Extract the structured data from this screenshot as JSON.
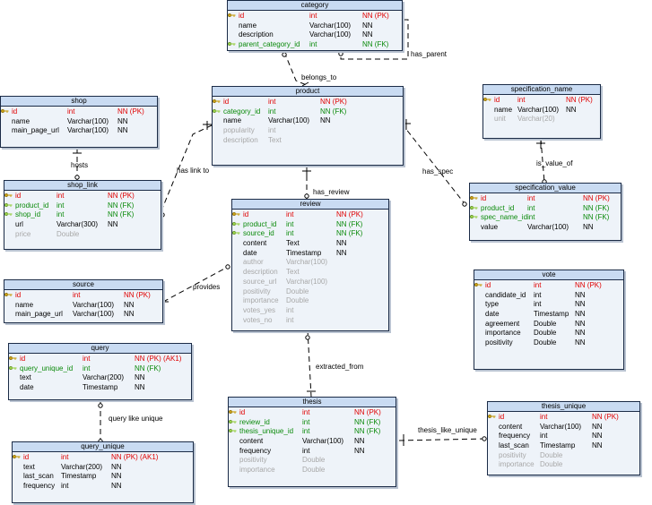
{
  "entities": [
    {
      "id": "category",
      "title": "category",
      "rows": [
        {
          "name": "id",
          "type": "int",
          "cons": "NN  (PK)",
          "kind": "pk"
        },
        {
          "name": "name",
          "type": "Varchar(100)",
          "cons": "NN",
          "kind": "attr"
        },
        {
          "name": "description",
          "type": "Varchar(100)",
          "cons": "NN",
          "kind": "attr"
        },
        {
          "name": "parent_category_id",
          "type": "int",
          "cons": "NN  (FK)",
          "kind": "fk"
        }
      ]
    },
    {
      "id": "product",
      "title": "product",
      "rows": [
        {
          "name": "id",
          "type": "int",
          "cons": "NN  (PK)",
          "kind": "pk"
        },
        {
          "name": "category_id",
          "type": "int",
          "cons": "NN  (FK)",
          "kind": "fk"
        },
        {
          "name": "name",
          "type": "Varchar(100)",
          "cons": "NN",
          "kind": "attr"
        },
        {
          "name": "popularity",
          "type": "int",
          "cons": "",
          "kind": "opt"
        },
        {
          "name": "description",
          "type": "Text",
          "cons": "",
          "kind": "opt"
        }
      ]
    },
    {
      "id": "shop",
      "title": "shop",
      "rows": [
        {
          "name": "id",
          "type": "int",
          "cons": "NN  (PK)",
          "kind": "pk"
        },
        {
          "name": "name",
          "type": "Varchar(100)",
          "cons": "NN",
          "kind": "attr"
        },
        {
          "name": "main_page_url",
          "type": "Varchar(100)",
          "cons": "NN",
          "kind": "attr"
        }
      ]
    },
    {
      "id": "shop_link",
      "title": "shop_link",
      "rows": [
        {
          "name": "id",
          "type": "int",
          "cons": "NN  (PK)",
          "kind": "pk"
        },
        {
          "name": "product_id",
          "type": "int",
          "cons": "NN  (FK)",
          "kind": "fk"
        },
        {
          "name": "shop_id",
          "type": "int",
          "cons": "NN  (FK)",
          "kind": "fk"
        },
        {
          "name": "url",
          "type": "Varchar(300)",
          "cons": "NN",
          "kind": "attr"
        },
        {
          "name": "price",
          "type": "Double",
          "cons": "",
          "kind": "opt"
        }
      ]
    },
    {
      "id": "specification_name",
      "title": "specification_name",
      "rows": [
        {
          "name": "id",
          "type": "int",
          "cons": "NN  (PK)",
          "kind": "pk"
        },
        {
          "name": "name",
          "type": "Varchar(100)",
          "cons": "NN",
          "kind": "attr"
        },
        {
          "name": "unit",
          "type": "Varchar(20)",
          "cons": "",
          "kind": "opt"
        }
      ]
    },
    {
      "id": "specification_value",
      "title": "specification_value",
      "rows": [
        {
          "name": "id",
          "type": "int",
          "cons": "NN  (PK)",
          "kind": "pk"
        },
        {
          "name": "product_id",
          "type": "int",
          "cons": "NN  (FK)",
          "kind": "fk"
        },
        {
          "name": "spec_name_id",
          "type": "int",
          "cons": "NN  (FK)",
          "kind": "fk"
        },
        {
          "name": "value",
          "type": "Varchar(100)",
          "cons": "NN",
          "kind": "attr"
        }
      ]
    },
    {
      "id": "review",
      "title": "review",
      "rows": [
        {
          "name": "id",
          "type": "int",
          "cons": "NN  (PK)",
          "kind": "pk"
        },
        {
          "name": "product_id",
          "type": "int",
          "cons": "NN  (FK)",
          "kind": "fk"
        },
        {
          "name": "source_id",
          "type": "int",
          "cons": "NN  (FK)",
          "kind": "fk"
        },
        {
          "name": "content",
          "type": "Text",
          "cons": "NN",
          "kind": "attr"
        },
        {
          "name": "date",
          "type": "Timestamp",
          "cons": "NN",
          "kind": "attr"
        },
        {
          "name": "author",
          "type": "Varchar(100)",
          "cons": "",
          "kind": "opt"
        },
        {
          "name": "description",
          "type": "Text",
          "cons": "",
          "kind": "opt"
        },
        {
          "name": "source_url",
          "type": "Varchar(100)",
          "cons": "",
          "kind": "opt"
        },
        {
          "name": "positivity",
          "type": "Double",
          "cons": "",
          "kind": "opt"
        },
        {
          "name": "importance",
          "type": "Double",
          "cons": "",
          "kind": "opt"
        },
        {
          "name": "votes_yes",
          "type": "int",
          "cons": "",
          "kind": "opt"
        },
        {
          "name": "votes_no",
          "type": "int",
          "cons": "",
          "kind": "opt"
        }
      ]
    },
    {
      "id": "source",
      "title": "source",
      "rows": [
        {
          "name": "id",
          "type": "int",
          "cons": "NN  (PK)",
          "kind": "pk"
        },
        {
          "name": "name",
          "type": "Varchar(100)",
          "cons": "NN",
          "kind": "attr"
        },
        {
          "name": "main_page_url",
          "type": "Varchar(100)",
          "cons": "NN",
          "kind": "attr"
        }
      ]
    },
    {
      "id": "vote",
      "title": "vote",
      "rows": [
        {
          "name": "id",
          "type": "int",
          "cons": "NN  (PK)",
          "kind": "pk"
        },
        {
          "name": "candidate_id",
          "type": "int",
          "cons": "NN",
          "kind": "attr"
        },
        {
          "name": "type",
          "type": "int",
          "cons": "NN",
          "kind": "attr"
        },
        {
          "name": "date",
          "type": "Timestamp",
          "cons": "NN",
          "kind": "attr"
        },
        {
          "name": "agreement",
          "type": "Double",
          "cons": "NN",
          "kind": "attr"
        },
        {
          "name": "importance",
          "type": "Double",
          "cons": "NN",
          "kind": "attr"
        },
        {
          "name": "positivity",
          "type": "Double",
          "cons": "NN",
          "kind": "attr"
        }
      ]
    },
    {
      "id": "query",
      "title": "query",
      "rows": [
        {
          "name": "id",
          "type": "int",
          "cons": "NN  (PK)    (AK1)",
          "kind": "pk"
        },
        {
          "name": "query_unique_id",
          "type": "int",
          "cons": "NN  (FK)",
          "kind": "fk"
        },
        {
          "name": "text",
          "type": "Varchar(200)",
          "cons": "NN",
          "kind": "attr"
        },
        {
          "name": "date",
          "type": "Timestamp",
          "cons": "NN",
          "kind": "attr"
        }
      ]
    },
    {
      "id": "query_unique",
      "title": "query_unique",
      "rows": [
        {
          "name": "id",
          "type": "int",
          "cons": "NN  (PK)    (AK1)",
          "kind": "pk"
        },
        {
          "name": "text",
          "type": "Varchar(200)",
          "cons": "NN",
          "kind": "attr"
        },
        {
          "name": "last_scan",
          "type": "Timestamp",
          "cons": "NN",
          "kind": "attr"
        },
        {
          "name": "frequency",
          "type": "int",
          "cons": "NN",
          "kind": "attr"
        }
      ]
    },
    {
      "id": "thesis",
      "title": "thesis",
      "rows": [
        {
          "name": "id",
          "type": "int",
          "cons": "NN  (PK)",
          "kind": "pk"
        },
        {
          "name": "review_id",
          "type": "int",
          "cons": "NN  (FK)",
          "kind": "fk"
        },
        {
          "name": "thesis_unique_id",
          "type": "int",
          "cons": "NN  (FK)",
          "kind": "fk"
        },
        {
          "name": "content",
          "type": "Varchar(100)",
          "cons": "NN",
          "kind": "attr"
        },
        {
          "name": "frequency",
          "type": "int",
          "cons": "NN",
          "kind": "attr"
        },
        {
          "name": "positivity",
          "type": "Double",
          "cons": "",
          "kind": "opt"
        },
        {
          "name": "importance",
          "type": "Double",
          "cons": "",
          "kind": "opt"
        }
      ]
    },
    {
      "id": "thesis_unique",
      "title": "thesis_unique",
      "rows": [
        {
          "name": "id",
          "type": "int",
          "cons": "NN  (PK)",
          "kind": "pk"
        },
        {
          "name": "content",
          "type": "Varchar(100)",
          "cons": "NN",
          "kind": "attr"
        },
        {
          "name": "frequency",
          "type": "int",
          "cons": "NN",
          "kind": "attr"
        },
        {
          "name": "last_scan",
          "type": "Timestamp",
          "cons": "NN",
          "kind": "attr"
        },
        {
          "name": "positivity",
          "type": "Double",
          "cons": "",
          "kind": "opt"
        },
        {
          "name": "importance",
          "type": "Double",
          "cons": "",
          "kind": "opt"
        }
      ]
    }
  ],
  "relationships": {
    "has_parent": "has_parent",
    "belongs_to": "belongs_to",
    "hosts": "hosts",
    "has_link_to": "has link to",
    "has_spec": "has_spec",
    "is_value_of": "is_value_of",
    "has_review": "has_review",
    "provides": "provides",
    "extracted_from": "extracted_from",
    "query_like_unique": "query like unique",
    "thesis_like_unique": "thesis_like_unique"
  },
  "colors": {
    "header": "#c9dbf2",
    "body": "#eef3f9",
    "border": "#1b2b46",
    "pk_text": "#e00000",
    "fk_text": "#0a8a0a",
    "optional_text": "#a8a8a8",
    "key_icon": "#c8a018"
  }
}
